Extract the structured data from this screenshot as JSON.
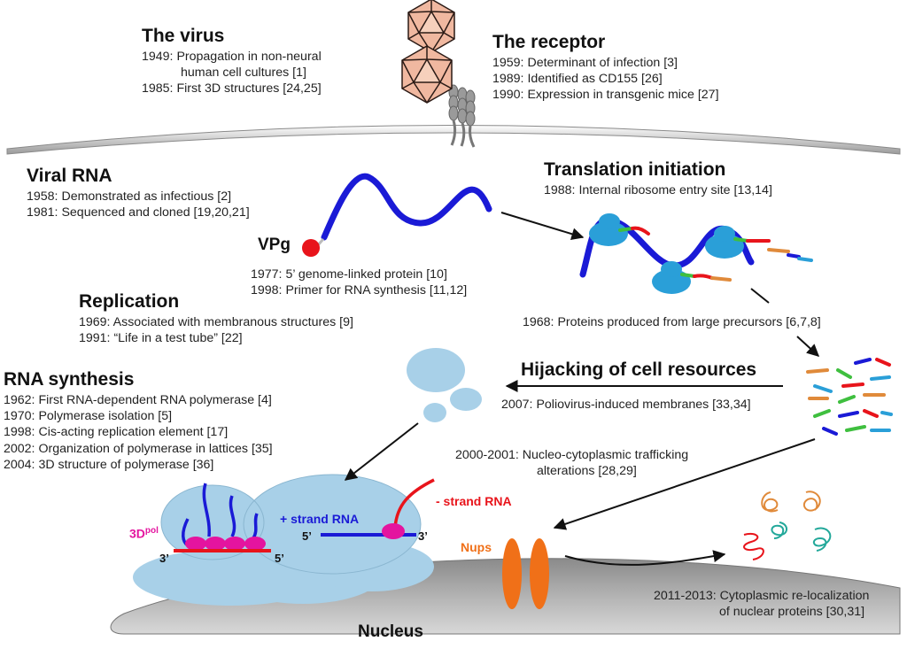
{
  "virus": {
    "title": "The virus",
    "events": [
      {
        "text": "1949: Propagation in non-neural"
      },
      {
        "text": "human cell cultures [1]"
      },
      {
        "text": "1985: First 3D structures [24,25]"
      }
    ]
  },
  "receptor": {
    "title": "The receptor",
    "events": [
      {
        "text": "1959: Determinant of infection [3]"
      },
      {
        "text": "1989: Identified as CD155 [26]"
      },
      {
        "text": "1990: Expression in transgenic mice [27]"
      }
    ]
  },
  "viral_rna": {
    "title": "Viral RNA",
    "events": [
      {
        "text": "1958: Demonstrated as infectious [2]"
      },
      {
        "text": "1981: Sequenced and cloned [19,20,21]"
      }
    ]
  },
  "translation": {
    "title": "Translation initiation",
    "events": [
      {
        "text": "1988: Internal ribosome entry site [13,14]"
      }
    ]
  },
  "vpg": {
    "label": "VPg",
    "events": [
      {
        "text": "1977: 5’ genome-linked protein [10]"
      },
      {
        "text": "1998: Primer for RNA synthesis [11,12]"
      }
    ]
  },
  "replication": {
    "title": "Replication",
    "events": [
      {
        "text": "1969: Associated with membranous structures [9]"
      },
      {
        "text": "1991: “Life in a test tube” [22]"
      }
    ]
  },
  "precursors": {
    "events": [
      {
        "text": "1968: Proteins produced from large precursors [6,7,8]"
      }
    ]
  },
  "hijacking": {
    "title": "Hijacking of cell resources",
    "events": [
      {
        "text": "2007: Poliovirus-induced membranes [33,34]"
      }
    ]
  },
  "rna_synthesis": {
    "title": "RNA synthesis",
    "events": [
      {
        "text": "1962: First RNA-dependent RNA polymerase [4]"
      },
      {
        "text": "1970: Polymerase isolation [5]"
      },
      {
        "text": "1998: Cis-acting replication element [17]"
      },
      {
        "text": "2002: Organization of polymerase in lattices [35]"
      },
      {
        "text": "2004: 3D structure of polymerase [36]"
      }
    ]
  },
  "trafficking": {
    "events": [
      {
        "text": "2000-2001: Nucleo-cytoplasmic trafficking"
      },
      {
        "text": "alterations [28,29]"
      }
    ]
  },
  "relocalization": {
    "events": [
      {
        "text": "2011-2013: Cytoplasmic re-localization"
      },
      {
        "text": "of nuclear proteins [30,31]"
      }
    ]
  },
  "diagram_labels": {
    "pol_base": "3D",
    "pol_sup": "pol",
    "plus_strand": "+ strand RNA",
    "minus_strand": "- strand RNA",
    "five_prime": "5’",
    "three_prime": "3’",
    "nups": "Nups",
    "nucleus": "Nucleus"
  },
  "colors": {
    "rna_blue": "#1a1ad6",
    "vpg_red": "#e8141b",
    "polymerase_magenta": "#e4149f",
    "membrane_blue": "#a8d0e8",
    "ribosome_blue": "#2a9fd8",
    "nups_orange": "#f07018",
    "membrane_gray": "#aaaaaa",
    "virus_fill": "#f0b8a0"
  }
}
